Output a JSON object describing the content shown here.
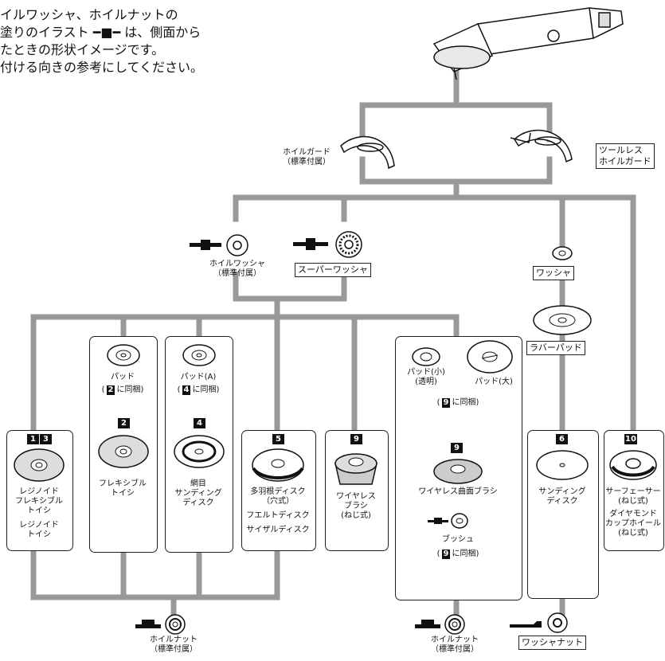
{
  "note": {
    "text": "イルワッシャ、ホイルナットの\n塗りのイラスト ━■━ は、側面から\nたときの形状イメージです。\n付ける向きの参考にしてください。"
  },
  "labels": {
    "wheel_guard": "ホイルガード\n（標準付属）",
    "toolless_guard": "ツールレス\nホイルガード",
    "wheel_washer": "ホイルワッシャ\n（標準付属）",
    "super_washer": "スーパーワッシャ",
    "washer": "ワッシャ",
    "rubber_pad": "ラバーパッド",
    "pad": "パッド",
    "pad_a": "パッド(A)",
    "pad_small": "パッド(小)\n(透明)",
    "pad_large": "パッド(大)",
    "wireless_curved_brush": "ワイヤレス曲面ブラシ",
    "bush": "ブッシュ",
    "wheel_nut_1": "ホイルナット\n（標準付属）",
    "wheel_nut_2": "ホイルナット\n（標準付属）",
    "washer_nut": "ワッシャナット"
  },
  "paren": {
    "pad1": {
      "pre": "(",
      "num": "2",
      "post": "に同梱)"
    },
    "pad2": {
      "pre": "(",
      "num": "4",
      "post": "に同梱)"
    },
    "pad3": {
      "pre": "(",
      "num": "9",
      "post": "に同梱)"
    },
    "bush": {
      "pre": "(",
      "num": "9",
      "post": "に同梱)"
    }
  },
  "cards": {
    "c13": {
      "nums": [
        "1",
        "3"
      ],
      "text1": "レジノイド\nフレキシブル\nトイシ",
      "text2": "レジノイド\nトイシ"
    },
    "c2": {
      "num": "2",
      "text": "フレキシブル\nトイシ"
    },
    "c4": {
      "num": "4",
      "text": "網目\nサンディング\nディスク"
    },
    "c5": {
      "num": "5",
      "text1": "多羽根ディスク\n（穴式）",
      "text2": "フエルトディスク",
      "text3": "サイザルディスク"
    },
    "c9a": {
      "num": "9",
      "text": "ワイヤレス\nブラシ\n(ねじ式)"
    },
    "c9b": {
      "num": "9"
    },
    "c6": {
      "num": "6",
      "text": "サンディング\nディスク"
    },
    "c10": {
      "num": "10",
      "text1": "サーフェーサー\n(ねじ式)",
      "text2": "ダイヤモンド\nカップホイール\n(ねじ式)"
    }
  },
  "colors": {
    "connector": "#999999",
    "ink": "#111111"
  }
}
